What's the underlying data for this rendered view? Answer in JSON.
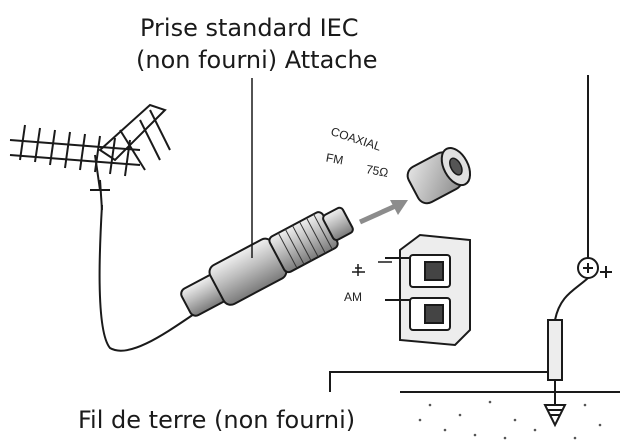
{
  "labels": {
    "plug_line1": "Prise standard IEC",
    "plug_line2": "(non fourni) Attache",
    "ground_wire": "Fil de terre (non fourni)",
    "coaxial": "COAXIAL",
    "fm": "FM",
    "ohm": "75Ω",
    "am": "AM"
  },
  "colors": {
    "ink": "#1a1a1a",
    "metal_light": "#d9d9d9",
    "metal_mid": "#a8a8a8",
    "metal_dark": "#6e6e6e",
    "arrow": "#8c8c8c"
  }
}
